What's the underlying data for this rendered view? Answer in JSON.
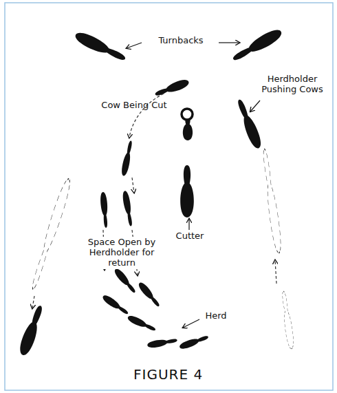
{
  "diagram": {
    "caption": "FIGURE 4",
    "labels": [
      "Turnbacks",
      "Cow Being Cut",
      "Herdholder Pushing Cows",
      "Space Open by Herdholder for return",
      "Cutter",
      "Herd"
    ]
  }
}
